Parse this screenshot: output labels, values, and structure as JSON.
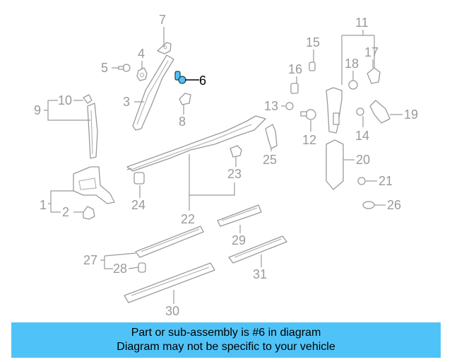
{
  "callouts": [
    {
      "id": "1",
      "label": "1"
    },
    {
      "id": "2",
      "label": "2"
    },
    {
      "id": "3",
      "label": "3"
    },
    {
      "id": "4",
      "label": "4"
    },
    {
      "id": "5",
      "label": "5"
    },
    {
      "id": "6",
      "label": "6",
      "highlighted": true
    },
    {
      "id": "7",
      "label": "7"
    },
    {
      "id": "8",
      "label": "8"
    },
    {
      "id": "9",
      "label": "9"
    },
    {
      "id": "10",
      "label": "10"
    },
    {
      "id": "11",
      "label": "11"
    },
    {
      "id": "12",
      "label": "12"
    },
    {
      "id": "13",
      "label": "13"
    },
    {
      "id": "14",
      "label": "14"
    },
    {
      "id": "15",
      "label": "15"
    },
    {
      "id": "16",
      "label": "16"
    },
    {
      "id": "17",
      "label": "17"
    },
    {
      "id": "18",
      "label": "18"
    },
    {
      "id": "19",
      "label": "19"
    },
    {
      "id": "20",
      "label": "20"
    },
    {
      "id": "21",
      "label": "21"
    },
    {
      "id": "22",
      "label": "22"
    },
    {
      "id": "23",
      "label": "23"
    },
    {
      "id": "24",
      "label": "24"
    },
    {
      "id": "25",
      "label": "25"
    },
    {
      "id": "26",
      "label": "26"
    },
    {
      "id": "27",
      "label": "27"
    },
    {
      "id": "28",
      "label": "28"
    },
    {
      "id": "29",
      "label": "29"
    },
    {
      "id": "30",
      "label": "30"
    },
    {
      "id": "31",
      "label": "31"
    }
  ],
  "banner": {
    "line1": "Part or sub-assembly is #6 in diagram",
    "line2": "Diagram may not be specific to your vehicle",
    "color": "#4fc3f7"
  },
  "colors": {
    "line": "#9a9a9a",
    "highlight_part": "#4fc3f7",
    "highlight_text": "#000000"
  }
}
